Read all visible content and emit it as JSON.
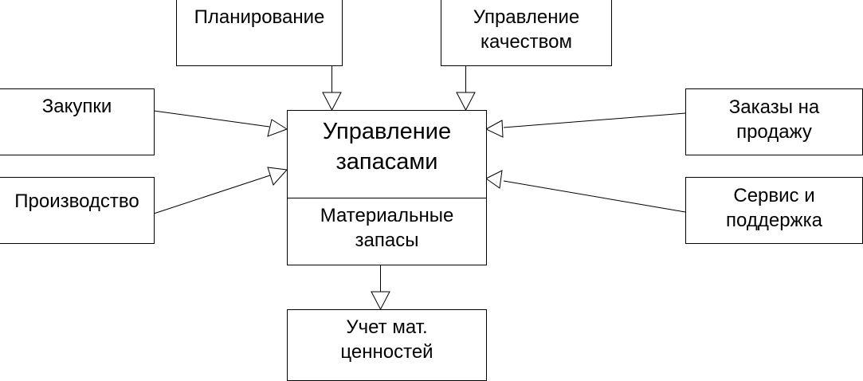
{
  "diagram": {
    "center": {
      "title_lines": [
        "Управление",
        "запасами"
      ],
      "subtitle_lines": [
        "Материальные",
        "запасы"
      ]
    },
    "nodes": {
      "planning": {
        "lines": [
          "Планирование"
        ]
      },
      "quality": {
        "lines": [
          "Управление",
          "качеством"
        ]
      },
      "purchasing": {
        "lines": [
          "Закупки"
        ]
      },
      "production": {
        "lines": [
          "Производство"
        ]
      },
      "sales_orders": {
        "lines": [
          "Заказы на",
          "продажу"
        ]
      },
      "service": {
        "lines": [
          "Сервис и",
          "поддержка"
        ]
      },
      "accounting": {
        "lines": [
          "Учет мат.",
          "ценностей"
        ]
      }
    },
    "edges": [
      {
        "from": "planning",
        "to": "center"
      },
      {
        "from": "quality",
        "to": "center"
      },
      {
        "from": "purchasing",
        "to": "center"
      },
      {
        "from": "production",
        "to": "center"
      },
      {
        "from": "sales_orders",
        "to": "center"
      },
      {
        "from": "service",
        "to": "center"
      },
      {
        "from": "center",
        "to": "accounting"
      }
    ],
    "colors": {
      "stroke": "#000000",
      "fill": "#ffffff",
      "text": "#000000"
    }
  }
}
